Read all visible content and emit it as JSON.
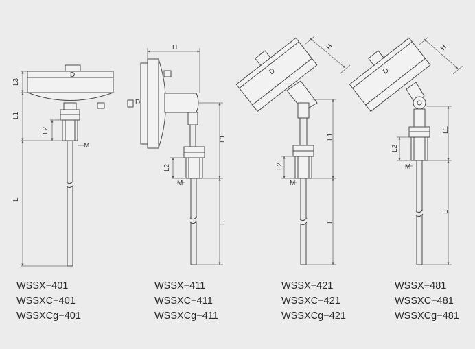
{
  "labels": {
    "l": "L",
    "l1": "L1",
    "l2": "L2",
    "l3": "L3",
    "h": "H",
    "d": "D",
    "m": "M"
  },
  "models": [
    {
      "group": "401",
      "items": [
        "WSSX−401",
        "WSSXC−401",
        "WSSXCg−401"
      ]
    },
    {
      "group": "411",
      "items": [
        "WSSX−411",
        "WSSXC−411",
        "WSSXCg−411"
      ]
    },
    {
      "group": "421",
      "items": [
        "WSSX−421",
        "WSSXC−421",
        "WSSXCg−421"
      ]
    },
    {
      "group": "481",
      "items": [
        "WSSX−481",
        "WSSXC−481",
        "WSSXCg−481"
      ]
    }
  ]
}
